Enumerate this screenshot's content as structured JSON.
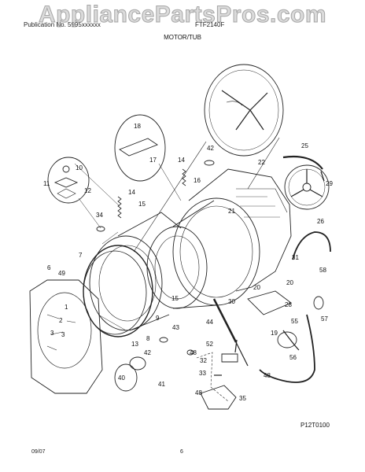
{
  "watermark": "AppliancePartsPros.com",
  "header": {
    "left": "Publication No. 5995xxxxxx",
    "right": "FTF2140F"
  },
  "title": "MOTOR/TUB",
  "drawing_code": "P12T0100",
  "footer": {
    "date": "09/07",
    "page": "6"
  },
  "callouts": [
    "18",
    "10",
    "17",
    "11",
    "12",
    "14",
    "34",
    "15",
    "7",
    "6",
    "49",
    "1",
    "2",
    "3",
    "3",
    "13",
    "8",
    "42",
    "48",
    "40",
    "41",
    "14",
    "16",
    "21",
    "42",
    "22",
    "25",
    "29",
    "26",
    "15",
    "43",
    "44",
    "30",
    "52",
    "32",
    "33",
    "48",
    "35",
    "31",
    "20",
    "20",
    "28",
    "58",
    "19",
    "56",
    "55",
    "57",
    "48",
    "9"
  ]
}
